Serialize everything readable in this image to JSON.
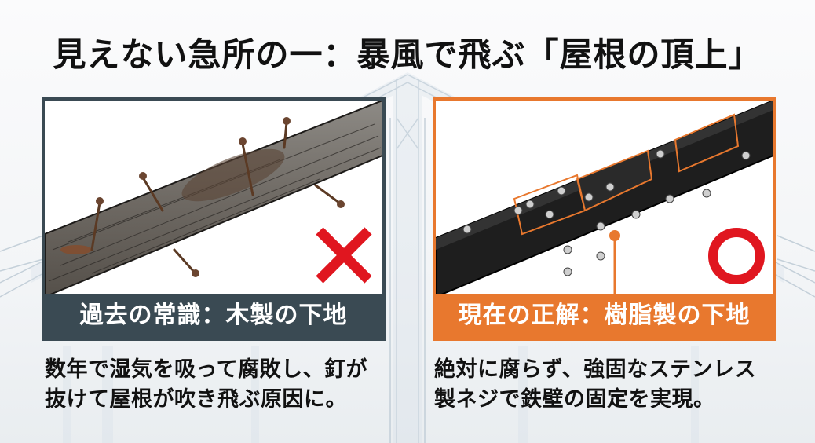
{
  "title": "見えない急所の一：暴風で飛ぶ「屋根の頂上」",
  "panels": {
    "left": {
      "label": "過去の常識：木製の下地",
      "mark": "cross-mark",
      "illustration": "rotten-wooden-ridge-beam-with-nails",
      "description_lines": [
        "数年で湿気を吸って腐敗し、釘が",
        "抜けて屋根が吹き飛ぶ原因に。"
      ]
    },
    "right": {
      "label": "現在の正解：樹脂製の下地",
      "mark": "circle-mark",
      "illustration": "black-resin-ridge-beam-with-stainless-screws",
      "description_lines": [
        "絶対に腐らず、強固なステンレス",
        "製ネジで鉄壁の固定を実現。"
      ]
    }
  },
  "colors": {
    "left_accent": "#3a4a53",
    "right_accent": "#e8782e",
    "mark_red": "#e0161f",
    "text": "#111111"
  }
}
